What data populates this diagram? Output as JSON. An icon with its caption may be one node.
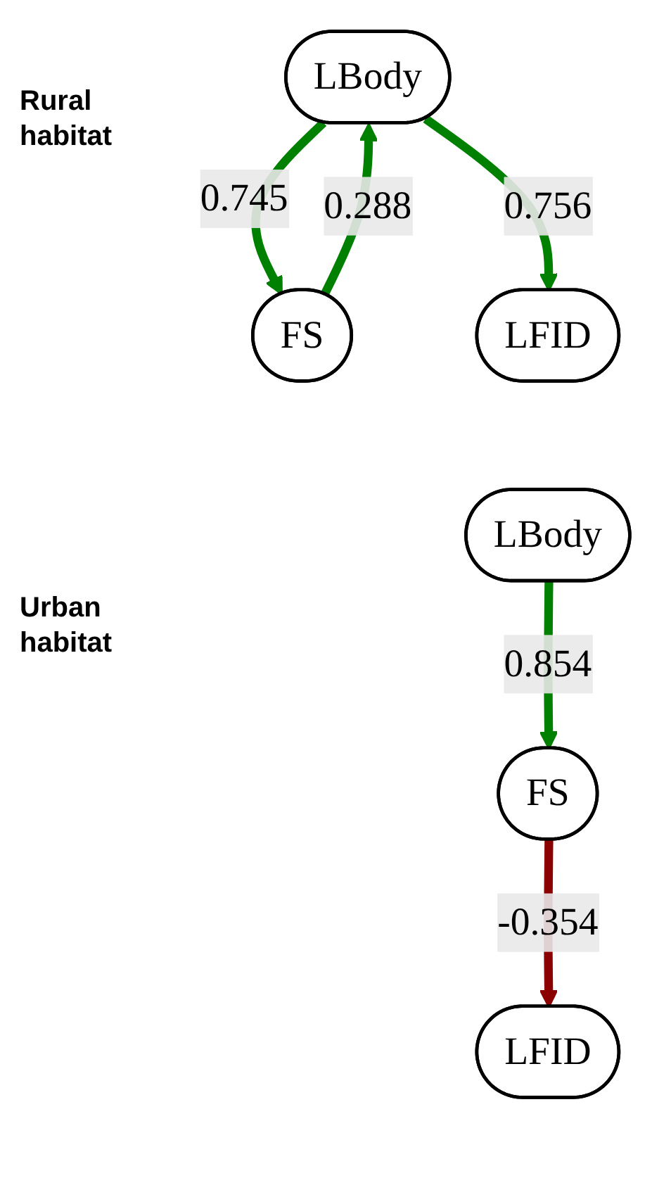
{
  "diagram": {
    "nodes": [
      {
        "text": [
          "LBody"
        ]
      },
      {
        "text": [
          "FS"
        ]
      },
      {
        "text": [
          "LFID"
        ]
      },
      {
        "text": [
          "LBody"
        ]
      },
      {
        "text": [
          "FS"
        ]
      },
      {
        "text": [
          "LFID"
        ]
      }
    ],
    "edges": [
      {
        "from": 0,
        "to": 1,
        "arrow": "to",
        "label": "0.745"
      },
      {
        "from": 1,
        "to": 0,
        "arrow": "to",
        "label": "0.288"
      },
      {
        "from": 0,
        "to": 2,
        "arrow": "to",
        "label": "0.756"
      },
      {
        "from": 3,
        "to": 4,
        "arrow": "to",
        "label": "0.854"
      },
      {
        "from": 4,
        "to": 5,
        "arrow": "to",
        "label": "-0.354",
        "color": "#8b0000"
      }
    ],
    "labels": [
      "Rural habitat",
      "Urban habitat"
    ]
  }
}
